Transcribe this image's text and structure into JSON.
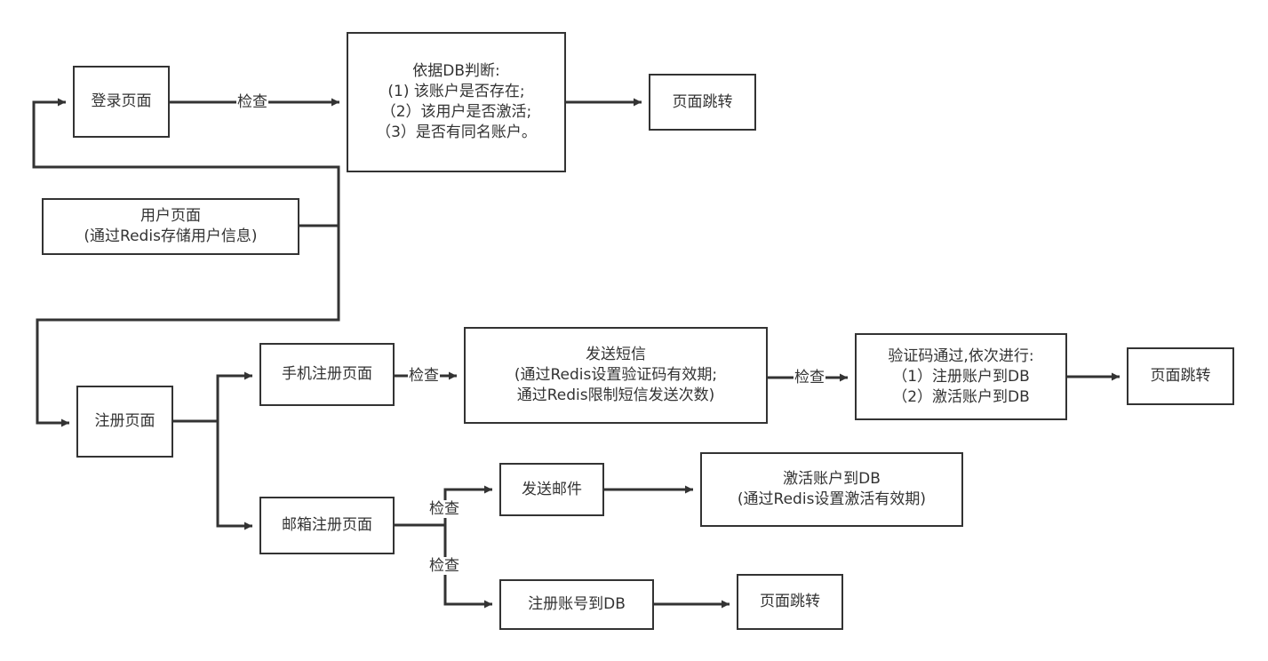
{
  "nodes": {
    "login": "登录页面",
    "db_check": {
      "title": "依据DB判断:",
      "lines": [
        "(1) 该账户是否存在;",
        "（2）该用户是否激活;",
        "（3）是否有同名账户。"
      ]
    },
    "redirect_top": "页面跳转",
    "user_page": {
      "title": "用户页面",
      "sub": "(通过Redis存储用户信息)"
    },
    "register": "注册页面",
    "phone_register": "手机注册页面",
    "send_sms": {
      "title": "发送短信",
      "line1": "(通过Redis设置验证码有效期;",
      "line2": "通过Redis限制短信发送次数)"
    },
    "verify": {
      "title": "验证码通过,依次进行:",
      "line1": "（1）注册账户到DB",
      "line2": "（2）激活账户到DB"
    },
    "redirect_mid": "页面跳转",
    "email_register": "邮箱注册页面",
    "send_email": "发送邮件",
    "activate": {
      "title": "激活账户到DB",
      "sub": "(通过Redis设置激活有效期)"
    },
    "register_db": "注册账号到DB",
    "redirect_bottom": "页面跳转"
  },
  "edge_labels": {
    "login_check": "检查",
    "phone_check": "检查",
    "sms_check": "检查",
    "email_check_upper": "检查",
    "email_check_lower": "检查"
  }
}
